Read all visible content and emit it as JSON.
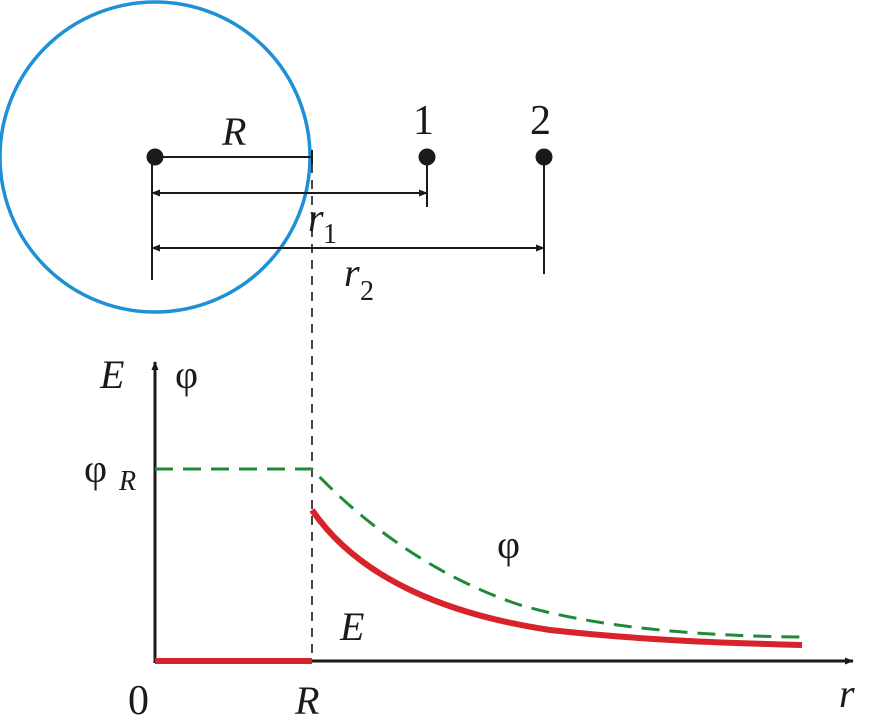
{
  "top": {
    "radius_label": "R",
    "point1_label": "1",
    "point2_label": "2",
    "r1_main": "r",
    "r1_sub": "1",
    "r2_main": "r",
    "r2_sub": "2"
  },
  "graph": {
    "y_axis_label_E": "E",
    "y_axis_label_phi": "φ",
    "phiR_main": "φ",
    "phiR_sub": "R",
    "phi_curve_label": "φ",
    "E_curve_label": "E",
    "origin_label": "0",
    "R_tick_label": "R",
    "x_axis_label": "r"
  },
  "colors": {
    "sphere": "#1e90d6",
    "field_E": "#d8232a",
    "potential_phi": "#1e8a3a",
    "ink": "#1a1a1a"
  }
}
